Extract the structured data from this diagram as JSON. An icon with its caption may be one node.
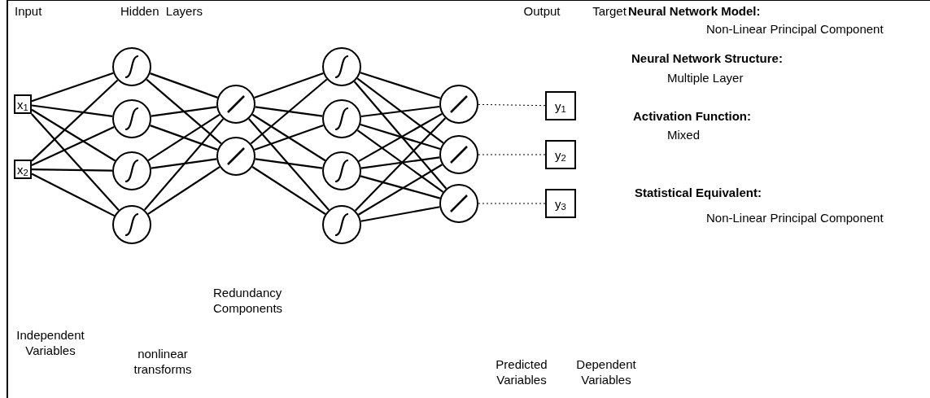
{
  "diagram": {
    "nodes": [
      {
        "text": [
          "x$_{1}$"
        ]
      },
      {
        "text": [
          "x$_{2}$"
        ]
      },
      {
        "text": [],
        "shape": "circle"
      },
      {
        "text": [],
        "shape": "circle"
      },
      {
        "text": [],
        "shape": "circle"
      },
      {
        "text": [],
        "shape": "circle"
      },
      {
        "text": [],
        "shape": "circle"
      },
      {
        "text": [],
        "shape": "circle"
      },
      {
        "text": [],
        "shape": "circle"
      },
      {
        "text": [],
        "shape": "circle"
      },
      {
        "text": [],
        "shape": "circle"
      },
      {
        "text": [],
        "shape": "circle"
      },
      {
        "text": [],
        "shape": "circle"
      },
      {
        "text": [],
        "shape": "circle"
      },
      {
        "text": [],
        "shape": "circle"
      },
      {
        "text": [
          "y$_{1}$"
        ]
      },
      {
        "text": [
          "y$_{2}$"
        ]
      },
      {
        "text": [
          "y$_{3}$"
        ]
      }
    ],
    "edges": [
      {
        "from": 0,
        "to": 2,
        "arrow": "none"
      },
      {
        "from": 0,
        "to": 3,
        "arrow": "none"
      },
      {
        "from": 0,
        "to": 4,
        "arrow": "none"
      },
      {
        "from": 0,
        "to": 5,
        "arrow": "none"
      },
      {
        "from": 1,
        "to": 2,
        "arrow": "none"
      },
      {
        "from": 1,
        "to": 3,
        "arrow": "none"
      },
      {
        "from": 1,
        "to": 4,
        "arrow": "none"
      },
      {
        "from": 1,
        "to": 5,
        "arrow": "none"
      },
      {
        "from": 2,
        "to": 6,
        "arrow": "none"
      },
      {
        "from": 2,
        "to": 7,
        "arrow": "none"
      },
      {
        "from": 3,
        "to": 6,
        "arrow": "none"
      },
      {
        "from": 3,
        "to": 7,
        "arrow": "none"
      },
      {
        "from": 4,
        "to": 6,
        "arrow": "none"
      },
      {
        "from": 4,
        "to": 7,
        "arrow": "none"
      },
      {
        "from": 5,
        "to": 6,
        "arrow": "none"
      },
      {
        "from": 5,
        "to": 7,
        "arrow": "none"
      },
      {
        "from": 6,
        "to": 8,
        "arrow": "none"
      },
      {
        "from": 6,
        "to": 9,
        "arrow": "none"
      },
      {
        "from": 6,
        "to": 10,
        "arrow": "none"
      },
      {
        "from": 6,
        "to": 11,
        "arrow": "none"
      },
      {
        "from": 7,
        "to": 8,
        "arrow": "none"
      },
      {
        "from": 7,
        "to": 9,
        "arrow": "none"
      },
      {
        "from": 7,
        "to": 10,
        "arrow": "none"
      },
      {
        "from": 7,
        "to": 11,
        "arrow": "none"
      },
      {
        "from": 8,
        "to": 12,
        "arrow": "none"
      },
      {
        "from": 8,
        "to": 13,
        "arrow": "none"
      },
      {
        "from": 8,
        "to": 14,
        "arrow": "none"
      },
      {
        "from": 9,
        "to": 12,
        "arrow": "none"
      },
      {
        "from": 9,
        "to": 13,
        "arrow": "none"
      },
      {
        "from": 9,
        "to": 14,
        "arrow": "none"
      },
      {
        "from": 10,
        "to": 12,
        "arrow": "none"
      },
      {
        "from": 10,
        "to": 13,
        "arrow": "none"
      },
      {
        "from": 10,
        "to": 14,
        "arrow": "none"
      },
      {
        "from": 11,
        "to": 12,
        "arrow": "none"
      },
      {
        "from": 11,
        "to": 13,
        "arrow": "none"
      },
      {
        "from": 11,
        "to": 14,
        "arrow": "none"
      },
      {
        "from": 12,
        "to": 15,
        "arrow": "none",
        "style": "dashed"
      },
      {
        "from": 13,
        "to": 16,
        "arrow": "none",
        "style": "dashed"
      },
      {
        "from": 14,
        "to": 17,
        "arrow": "none",
        "style": "dashed"
      }
    ],
    "labels": [
      "Input",
      "Hidden  Layers",
      "Output",
      "Target",
      "Neural Network Model:",
      "Non-Linear Principal Component",
      "Neural Network Structure:",
      "Multiple Layer",
      "Activation Function:",
      "Mixed",
      "Statistical Equivalent:",
      "Non-Linear Principal Component",
      "Redundancy Components",
      "Independent Variables",
      "nonlinear transforms",
      "Predicted Variables",
      "Dependent Variables"
    ]
  }
}
